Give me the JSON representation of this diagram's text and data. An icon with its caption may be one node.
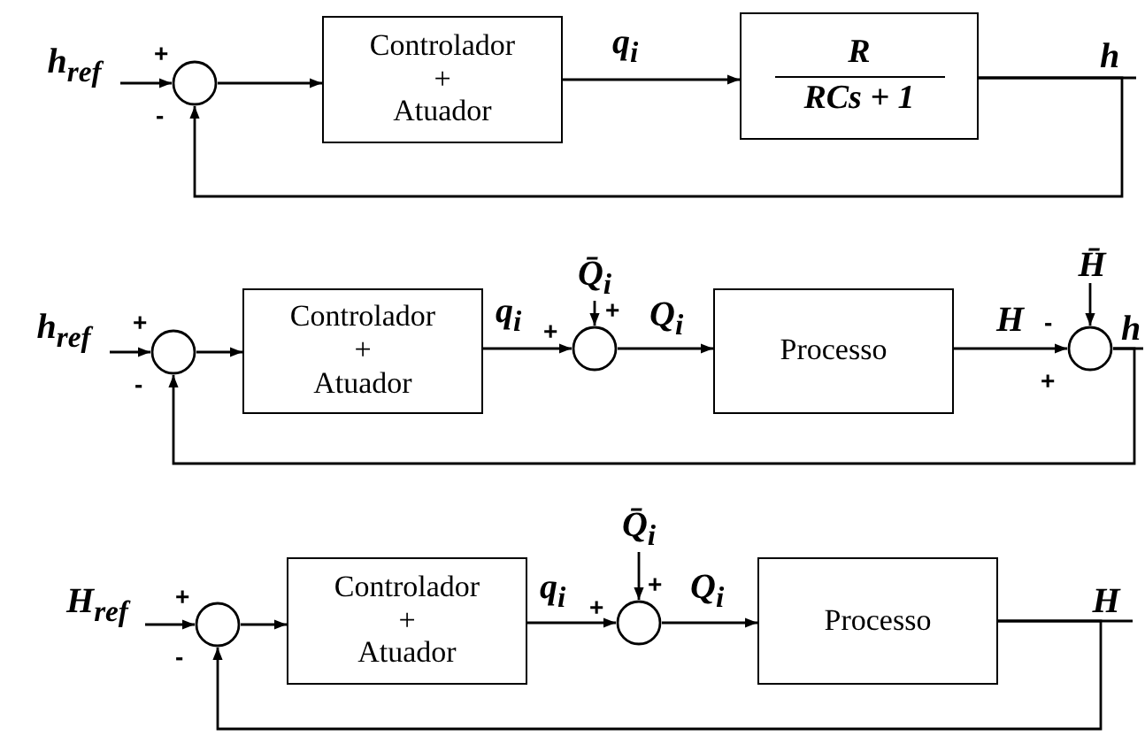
{
  "diagram": {
    "nodes": [
      {
        "text": [
          "h$_{ref}$"
        ]
      },
      {
        "text": [],
        "shape": "circle",
        "beside": [
          "+",
          "-"
        ]
      },
      {
        "text": [
          "Controlador + Atuador"
        ]
      },
      {
        "text": [
          "R",
          "RCs + 1"
        ]
      },
      {
        "text": [
          "h"
        ]
      },
      {
        "text": [
          "h$_{ref}$"
        ]
      },
      {
        "text": [],
        "shape": "circle",
        "beside": [
          "+",
          "-"
        ]
      },
      {
        "text": [
          "Controlador + Atuador"
        ]
      },
      {
        "text": [],
        "shape": "circle",
        "beside": [
          "+",
          "+"
        ]
      },
      {
        "text": [
          "Q̄$_{i}$"
        ]
      },
      {
        "text": [
          "Processo"
        ]
      },
      {
        "text": [
          "H̄"
        ]
      },
      {
        "text": [],
        "shape": "circle",
        "beside": [
          "-",
          "+"
        ]
      },
      {
        "text": [
          "h"
        ]
      },
      {
        "text": [
          "H$_{ref}$"
        ]
      },
      {
        "text": [],
        "shape": "circle",
        "beside": [
          "+",
          "-"
        ]
      },
      {
        "text": [
          "Controlador + Atuador"
        ]
      },
      {
        "text": [],
        "shape": "circle",
        "beside": [
          "+",
          "+"
        ]
      },
      {
        "text": [
          "Q̄$_{i}$"
        ]
      },
      {
        "text": [
          "Processo"
        ]
      },
      {
        "text": [
          "H"
        ]
      }
    ],
    "edges": [
      {
        "from": 0,
        "to": 1,
        "arrow": "to"
      },
      {
        "from": 1,
        "to": 2,
        "arrow": "to"
      },
      {
        "from": 2,
        "to": 3,
        "arrow": "to",
        "label": "q$_{i}$"
      },
      {
        "from": 3,
        "to": 4,
        "arrow": "none"
      },
      {
        "from": 3,
        "to": 1,
        "arrow": "to"
      },
      {
        "from": 5,
        "to": 6,
        "arrow": "to"
      },
      {
        "from": 6,
        "to": 7,
        "arrow": "to"
      },
      {
        "from": 7,
        "to": 8,
        "arrow": "to",
        "label": "q$_{i}$"
      },
      {
        "from": 9,
        "to": 8,
        "arrow": "to"
      },
      {
        "from": 8,
        "to": 10,
        "arrow": "to",
        "label": "Q$_{i}$"
      },
      {
        "from": 10,
        "to": 12,
        "arrow": "to",
        "label": "H"
      },
      {
        "from": 11,
        "to": 12,
        "arrow": "to"
      },
      {
        "from": 12,
        "to": 13,
        "arrow": "none"
      },
      {
        "from": 12,
        "to": 6,
        "arrow": "to"
      },
      {
        "from": 14,
        "to": 15,
        "arrow": "to"
      },
      {
        "from": 15,
        "to": 16,
        "arrow": "to"
      },
      {
        "from": 16,
        "to": 17,
        "arrow": "to",
        "label": "q$_{i}$"
      },
      {
        "from": 18,
        "to": 17,
        "arrow": "to"
      },
      {
        "from": 17,
        "to": 19,
        "arrow": "to",
        "label": "Q$_{i}$"
      },
      {
        "from": 19,
        "to": 20,
        "arrow": "none"
      },
      {
        "from": 19,
        "to": 15,
        "arrow": "to"
      }
    ]
  }
}
